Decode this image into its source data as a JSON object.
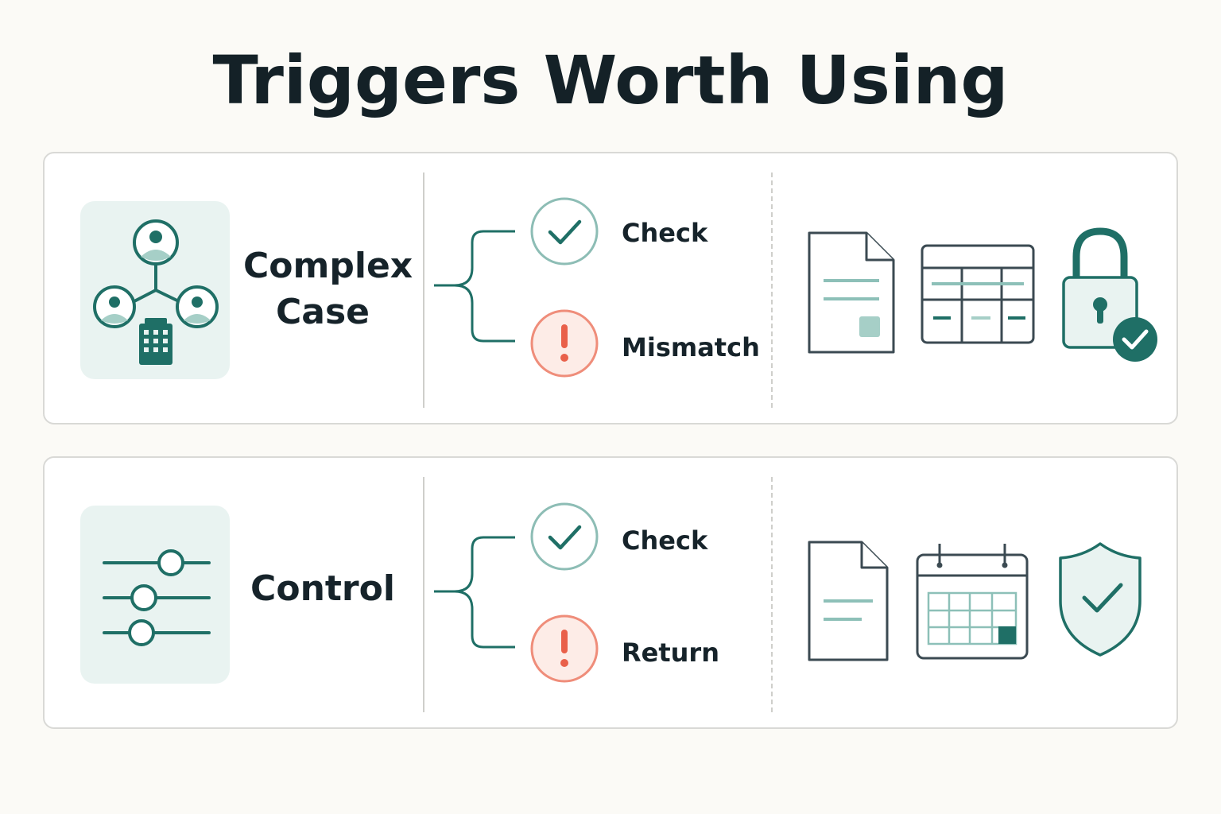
{
  "title": "Triggers Worth Using",
  "colors": {
    "teal": "#1f6f66",
    "teal_light": "#e9f3f1",
    "alert": "#ef7d67",
    "alert_light": "#fdece7",
    "check_ring": "#8dbdb5"
  },
  "rows": [
    {
      "label_lines": [
        "Complex",
        "Case"
      ],
      "tile_icon": "people-network-building-icon",
      "branches": [
        {
          "type": "check",
          "label": "Check"
        },
        {
          "type": "alert",
          "label": "Mismatch"
        }
      ],
      "icons": [
        "document-icon",
        "table-icon",
        "lock-check-icon"
      ]
    },
    {
      "label_lines": [
        "Control"
      ],
      "tile_icon": "sliders-icon",
      "branches": [
        {
          "type": "check",
          "label": "Check"
        },
        {
          "type": "alert",
          "label": "Return"
        }
      ],
      "icons": [
        "document-icon",
        "calendar-icon",
        "shield-check-icon"
      ]
    }
  ]
}
